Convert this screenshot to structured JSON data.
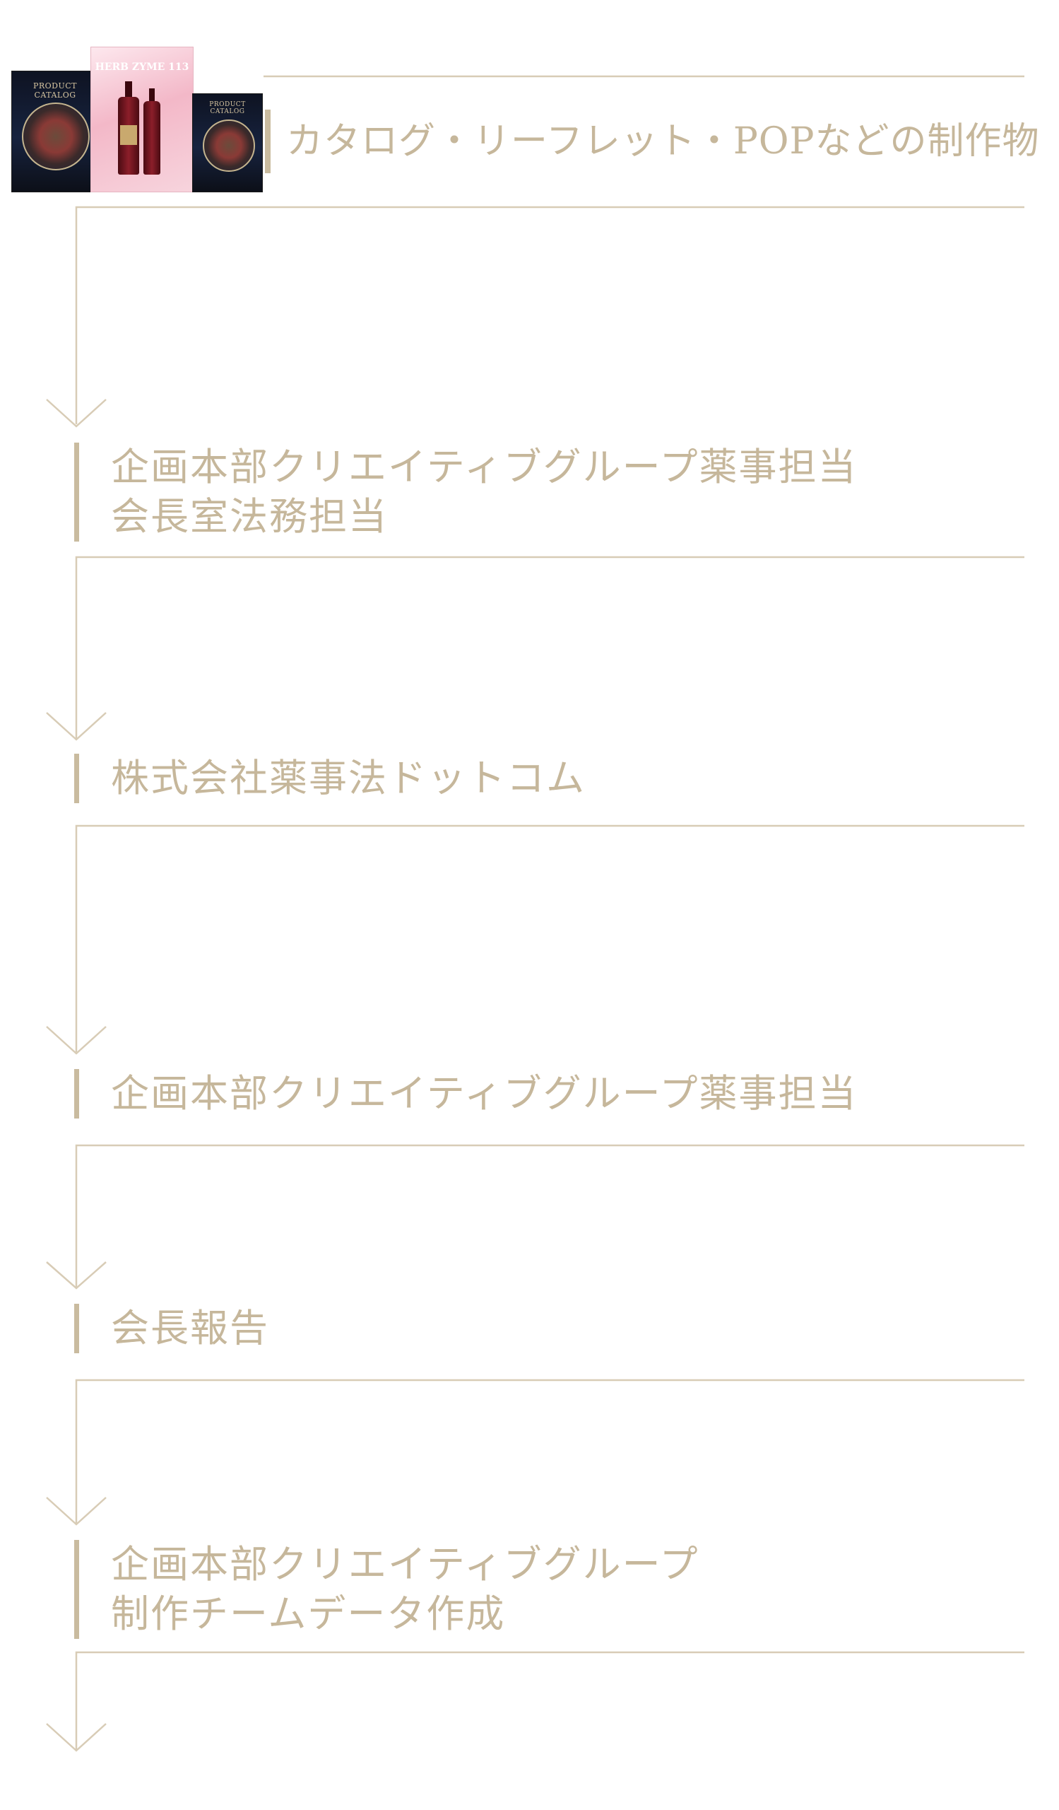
{
  "header": {
    "title": "カタログ・リーフレット・POPなどの制作物"
  },
  "product_images": [
    {
      "kind": "catalog",
      "text": "PRODUCT CATALOG"
    },
    {
      "kind": "poster",
      "text": "HERB ZYME 113"
    },
    {
      "kind": "catalog",
      "text": "PRODUCT CATALOG"
    }
  ],
  "flow": [
    {
      "lines": [
        "企画本部クリエイティブグループ薬事担当",
        "会長室法務担当"
      ]
    },
    {
      "lines": [
        "株式会社薬事法ドットコム"
      ]
    },
    {
      "lines": [
        "企画本部クリエイティブグループ薬事担当"
      ]
    },
    {
      "lines": [
        "会長報告"
      ]
    },
    {
      "lines": [
        "企画本部クリエイティブグループ",
        "制作チームデータ作成"
      ]
    }
  ],
  "colors": {
    "accent": "#c6b79b",
    "line": "#d8ccb6",
    "background": "#ffffff"
  }
}
